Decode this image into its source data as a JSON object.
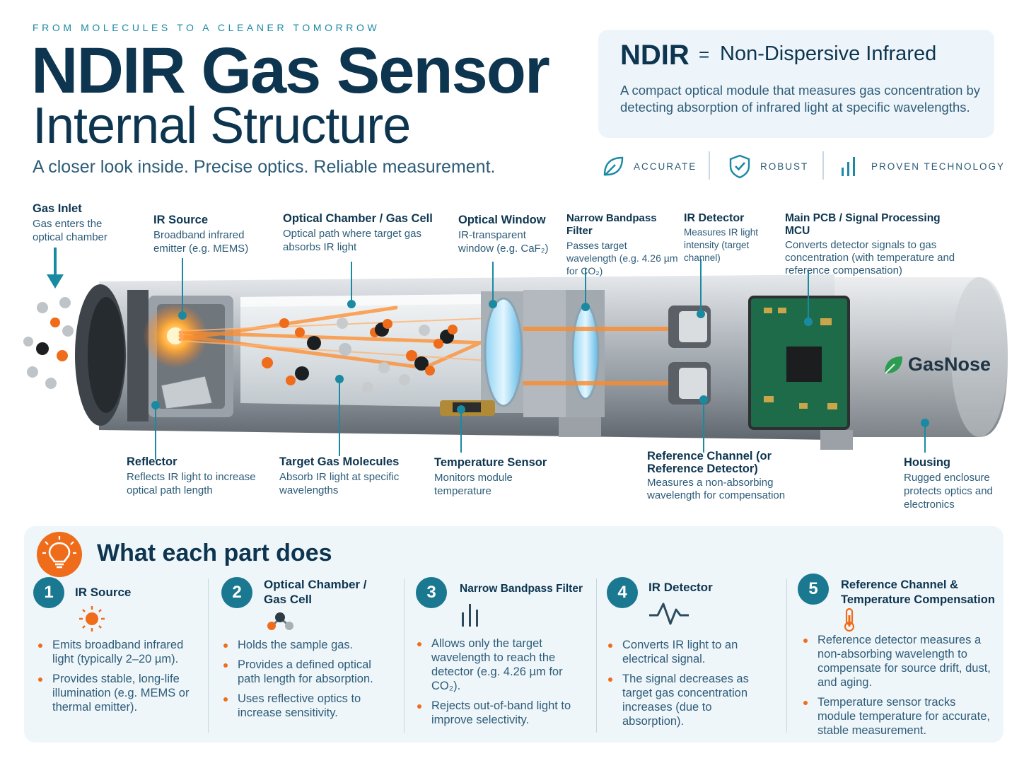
{
  "header": {
    "tagline": "FROM MOLECULES TO A CLEANER TOMORROW",
    "title": "NDIR Gas Sensor",
    "subtitle": "Internal Structure",
    "lead": "A closer look inside. Precise optics. Reliable measurement."
  },
  "definition": {
    "abbr": "NDIR",
    "equals": "=",
    "full": "Non-Dispersive Infrared",
    "description": "A compact optical module that measures gas concentration by detecting absorption of infrared light at specific wavelengths."
  },
  "badges": [
    {
      "label": "ACCURATE",
      "icon": "leaf-icon"
    },
    {
      "label": "ROBUST",
      "icon": "shield-check-icon"
    },
    {
      "label": "PROVEN TECHNOLOGY",
      "icon": "bar-chart-icon"
    }
  ],
  "labels": {
    "gas_inlet": {
      "title": "Gas Inlet",
      "desc": "Gas enters the optical chamber"
    },
    "ir_source": {
      "title": "IR Source",
      "desc": "Broadband infrared emitter (e.g. MEMS)"
    },
    "optical_chamber": {
      "title": "Optical Chamber / Gas Cell",
      "desc": "Optical path where target gas absorbs IR light"
    },
    "optical_window": {
      "title": "Optical Window",
      "desc": "IR-transparent window (e.g. CaF₂)"
    },
    "bandpass_filter": {
      "title": "Narrow Bandpass Filter",
      "desc": "Passes target wavelength (e.g. 4.26 µm for CO₂)"
    },
    "ir_detector": {
      "title": "IR Detector",
      "desc": "Measures IR light intensity (target channel)"
    },
    "main_pcb": {
      "title": "Main PCB / Signal Processing MCU",
      "desc": "Converts detector signals to gas concentration (with temperature and reference compensation)"
    },
    "reflector": {
      "title": "Reflector",
      "desc": "Reflects IR light to increase optical path length"
    },
    "target_gas": {
      "title": "Target Gas Molecules",
      "desc": "Absorb IR light at specific wavelengths"
    },
    "temp_sensor": {
      "title": "Temperature Sensor",
      "desc": "Monitors module temperature"
    },
    "reference_channel": {
      "title": "Reference Channel (or Reference Detector)",
      "desc": "Measures a non-absorbing wavelength for compensation"
    },
    "housing": {
      "title": "Housing",
      "desc": "Rugged enclosure protects optics and electronics"
    }
  },
  "brand": {
    "name": "GasNose",
    "icon": "leaf-icon"
  },
  "parts_panel": {
    "title": "What each part does",
    "icon": "lightbulb-icon",
    "columns": [
      {
        "num": "1",
        "title": "IR Source",
        "icon": "sun-icon",
        "bullets": [
          "Emits broadband infrared light (typically 2–20 µm).",
          "Provides stable, long-life illumination (e.g. MEMS or thermal emitter)."
        ]
      },
      {
        "num": "2",
        "title": "Optical Chamber / Gas Cell",
        "icon": "molecule-icon",
        "bullets": [
          "Holds the sample gas.",
          "Provides a defined optical path length for absorption.",
          "Uses reflective optics to increase sensitivity."
        ]
      },
      {
        "num": "3",
        "title": "Narrow Bandpass Filter",
        "icon": "filter-bars-icon",
        "bullets": [
          "Allows only the target wavelength to reach the detector (e.g. 4.26 µm for CO₂).",
          "Rejects out-of-band light to improve selectivity."
        ]
      },
      {
        "num": "4",
        "title": "IR Detector",
        "icon": "signal-wave-icon",
        "bullets": [
          "Converts IR light to an electrical signal.",
          "The signal decreases as target gas concentration increases (due to absorption)."
        ]
      },
      {
        "num": "5",
        "title": "Reference Channel & Temperature Compensation",
        "icon": "thermometer-icon",
        "bullets": [
          "Reference detector measures a non-absorbing wavelength to compensate for source drift, dust, and aging.",
          "Temperature sensor tracks module temperature for accurate, stable measurement."
        ]
      }
    ]
  },
  "colors": {
    "navy": "#0d3550",
    "teal": "#1a7891",
    "orange": "#ef6c1a",
    "panel": "#eff6fa"
  }
}
